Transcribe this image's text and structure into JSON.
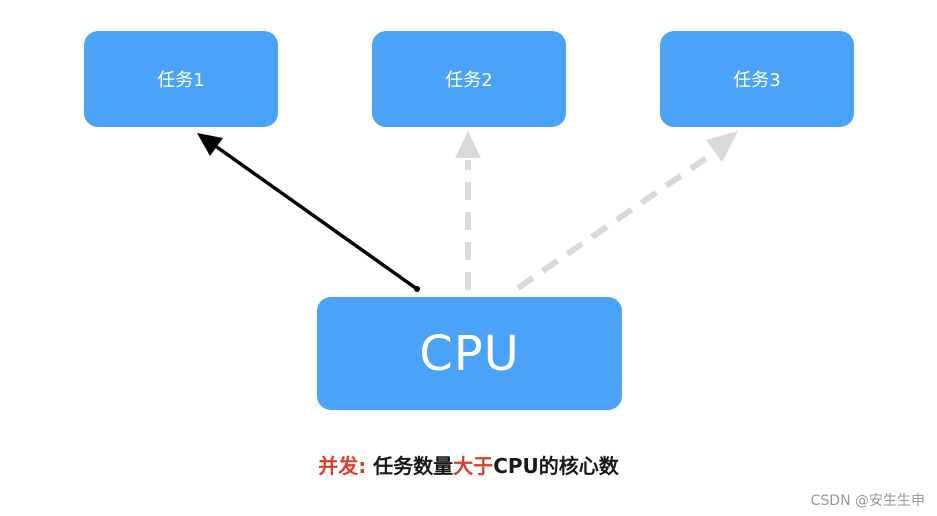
{
  "diagram": {
    "tasks": [
      {
        "label": "任务1"
      },
      {
        "label": "任务2"
      },
      {
        "label": "任务3"
      }
    ],
    "cpu_label": "CPU",
    "caption": {
      "part1": "并发:",
      "part2": " 任务数量",
      "part3": "大于",
      "part4": "CPU的核心数"
    },
    "colors": {
      "box_fill": "#4aa3f8",
      "active_arrow": "#000000",
      "inactive_arrow": "#d9d9d9",
      "accent_text": "#d9402b"
    }
  },
  "watermark": "CSDN @安生生申"
}
